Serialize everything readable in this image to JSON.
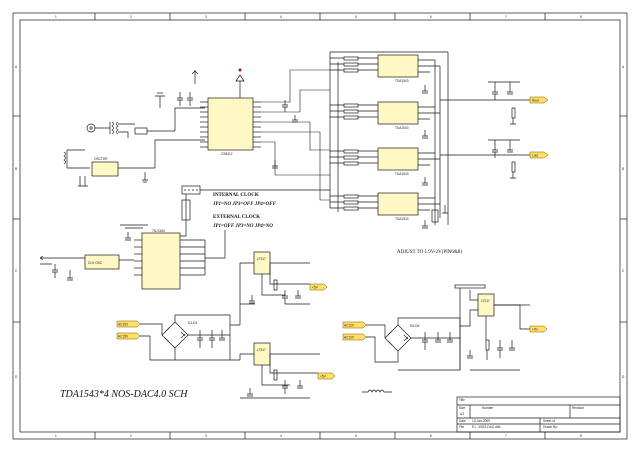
{
  "sheet": {
    "title": "TDA1543*4    NOS-DAC4.0  SCH",
    "col_labels": [
      "1",
      "2",
      "3",
      "4",
      "5",
      "6",
      "7",
      "8"
    ],
    "row_labels": [
      "A",
      "B",
      "C",
      "D"
    ]
  },
  "clock_notes": {
    "internal_heading": "INTERNAL CLOCK",
    "internal_jumpers": "JP1=NO  JP3=OFF  JP4=OFF",
    "external_heading": "EXTERNAL CLOCK",
    "external_jumpers": "JP1=OFF  JP3=NO  JP4=NO"
  },
  "adjust_note": "ADJUST TO 1.9V-2V(PIN6&8)",
  "components": {
    "receiver": "CS8412",
    "dac": "TDA1543",
    "oscillator": "OSCTOR",
    "reg1": "LT317",
    "reg2": "LT317",
    "reg3": "LT317",
    "shift_reg": "74LS164",
    "bridge1": "D1-D4",
    "bridge2": "D5-D8"
  },
  "ports": {
    "rout": "Rout",
    "lout": "Lout",
    "ac15_a": "AC15V",
    "ac15_b": "AC15V",
    "ac12_a": "AC12V",
    "ac12_b": "AC12V",
    "plus5v_a": "+5V",
    "plus5v_b": "+5V",
    "plus9v": "+9V"
  },
  "title_block": {
    "title_label": "Title",
    "size_label": "Size",
    "size_value": "A3",
    "number_label": "Number",
    "revision_label": "Revision",
    "date_label": "Date",
    "date_value": "13-Jan-2009",
    "file_label": "File",
    "file_value": "E:\\...\\NOS-DAC.ddb",
    "sheet_label": "Sheet of",
    "drawn_label": "Drawn By:"
  }
}
